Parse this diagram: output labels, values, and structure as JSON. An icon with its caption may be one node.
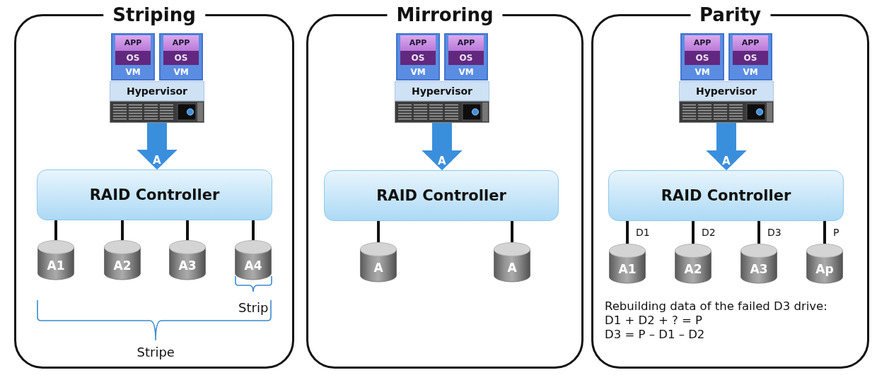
{
  "diagram": {
    "nodes": [
      {
        "text": [
          "Striping"
        ]
      },
      {
        "text": [
          "VM"
        ],
        "in": 0
      },
      {
        "text": [
          "APP"
        ],
        "in": 1
      },
      {
        "text": [
          "OS"
        ],
        "in": 1
      },
      {
        "text": [
          "VM"
        ],
        "in": 0
      },
      {
        "text": [
          "APP"
        ],
        "in": 4
      },
      {
        "text": [
          "OS"
        ],
        "in": 4
      },
      {
        "text": [
          "Hypervisor"
        ],
        "in": 0
      },
      {
        "text": [],
        "shape": "picture",
        "in": 0
      },
      {
        "text": [
          "RAID Controller"
        ],
        "in": 0
      },
      {
        "text": [
          "A1"
        ],
        "in": 0
      },
      {
        "text": [
          "A2"
        ],
        "in": 0
      },
      {
        "text": [
          "A3"
        ],
        "in": 0
      },
      {
        "text": [
          "A4"
        ],
        "in": 0
      },
      {
        "text": [
          "Mirroring"
        ]
      },
      {
        "text": [
          "VM"
        ],
        "in": 14
      },
      {
        "text": [
          "APP"
        ],
        "in": 15
      },
      {
        "text": [
          "OS"
        ],
        "in": 15
      },
      {
        "text": [
          "VM"
        ],
        "in": 14
      },
      {
        "text": [
          "APP"
        ],
        "in": 18
      },
      {
        "text": [
          "OS"
        ],
        "in": 18
      },
      {
        "text": [
          "Hypervisor"
        ],
        "in": 14
      },
      {
        "text": [],
        "shape": "picture",
        "in": 14
      },
      {
        "text": [
          "RAID Controller"
        ],
        "in": 14
      },
      {
        "text": [
          "A"
        ],
        "in": 14
      },
      {
        "text": [
          "A"
        ],
        "in": 14
      },
      {
        "text": [
          "Parity"
        ]
      },
      {
        "text": [
          "VM"
        ],
        "in": 26
      },
      {
        "text": [
          "APP"
        ],
        "in": 27
      },
      {
        "text": [
          "OS"
        ],
        "in": 27
      },
      {
        "text": [
          "VM"
        ],
        "in": 26
      },
      {
        "text": [
          "APP"
        ],
        "in": 30
      },
      {
        "text": [
          "OS"
        ],
        "in": 30
      },
      {
        "text": [
          "Hypervisor"
        ],
        "in": 26
      },
      {
        "text": [],
        "shape": "picture",
        "in": 26
      },
      {
        "text": [
          "RAID Controller"
        ],
        "in": 26
      },
      {
        "text": [
          "A1"
        ],
        "in": 26
      },
      {
        "text": [
          "A2"
        ],
        "in": 26
      },
      {
        "text": [
          "A3"
        ],
        "in": 26
      },
      {
        "text": [
          "Ap"
        ],
        "in": 26
      }
    ],
    "edges": [
      {
        "from": 8,
        "to": 9,
        "arrow": "to",
        "label": "A",
        "style": "thick",
        "color": "#3a8fdc"
      },
      {
        "from": 9,
        "to": 10,
        "arrow": "none"
      },
      {
        "from": 9,
        "to": 11,
        "arrow": "none"
      },
      {
        "from": 9,
        "to": 12,
        "arrow": "none"
      },
      {
        "from": 9,
        "to": 13,
        "arrow": "none"
      },
      {
        "from": 22,
        "to": 23,
        "arrow": "to",
        "label": "A",
        "style": "thick",
        "color": "#3a8fdc"
      },
      {
        "from": 23,
        "to": 24,
        "arrow": "none"
      },
      {
        "from": 23,
        "to": 25,
        "arrow": "none"
      },
      {
        "from": 34,
        "to": 35,
        "arrow": "to",
        "label": "A",
        "style": "thick",
        "color": "#3a8fdc"
      },
      {
        "from": 35,
        "to": 36,
        "arrow": "none",
        "label": "D1"
      },
      {
        "from": 35,
        "to": 37,
        "arrow": "none",
        "label": "D2"
      },
      {
        "from": 35,
        "to": 38,
        "arrow": "none",
        "label": "D3"
      },
      {
        "from": 35,
        "to": 39,
        "arrow": "none",
        "label": "P"
      }
    ],
    "labels": [
      "Strip",
      "Stripe",
      "Rebuilding data of the failed D3 drive:",
      "D1 + D2 + ? = P",
      "D3 = P – D1 – D2"
    ]
  }
}
